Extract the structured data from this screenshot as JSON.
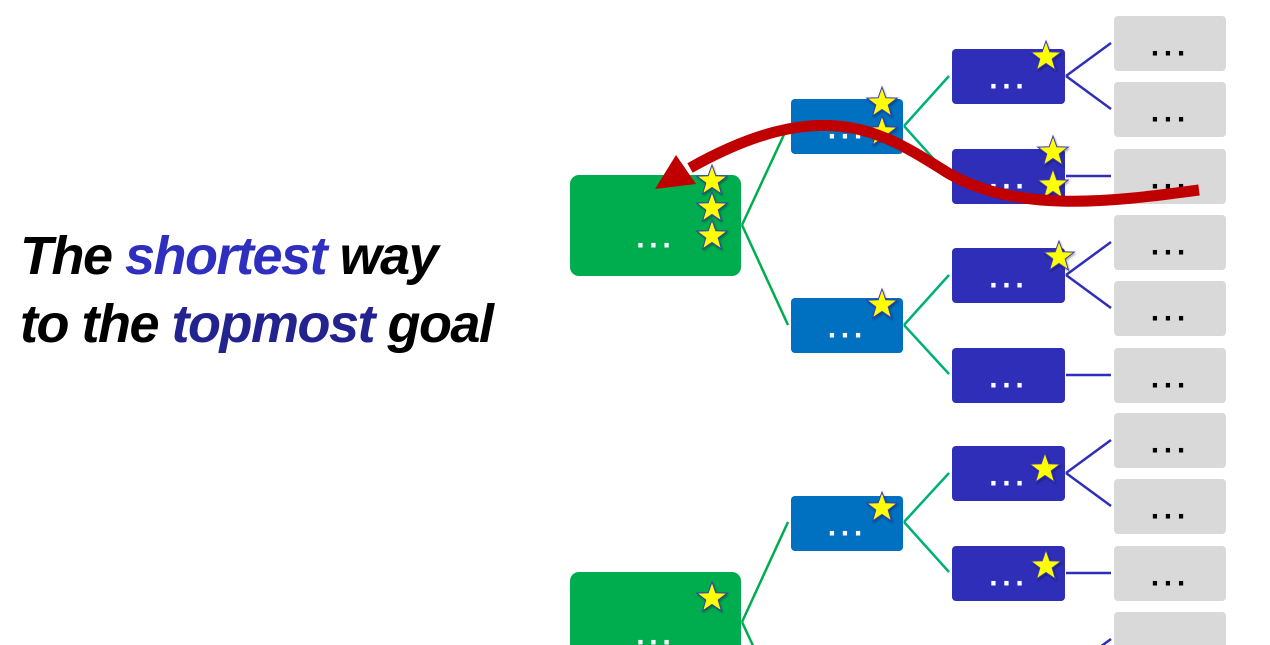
{
  "headline": {
    "line1_pre": "The ",
    "line1_highlight": "shortest",
    "line1_post": " way",
    "line2_pre": "to the ",
    "line2_highlight": "topmost",
    "line2_post": " goal"
  },
  "colors": {
    "goal": "#00ad4e",
    "subgoal": "#0070c0",
    "task": "#2e2eb8",
    "leaf": "#d9d9d9",
    "edge_green": "#00b07a",
    "edge_blue": "#2e2eb8",
    "star": "#ffff00",
    "arrow": "#c00000"
  },
  "tree": {
    "goals": [
      {
        "label": "...",
        "stars": 3
      },
      {
        "label": "...",
        "stars": 1
      }
    ],
    "subgoals": [
      {
        "label": "...",
        "stars": 2
      },
      {
        "label": "...",
        "stars": 1
      },
      {
        "label": "...",
        "stars": 1
      }
    ],
    "tasks": [
      {
        "label": "...",
        "stars": 1
      },
      {
        "label": "...",
        "stars": 2
      },
      {
        "label": "...",
        "stars": 1
      },
      {
        "label": "...",
        "stars": 0
      },
      {
        "label": "...",
        "stars": 1
      },
      {
        "label": "...",
        "stars": 1
      }
    ],
    "leaves": [
      {
        "label": "..."
      },
      {
        "label": "..."
      },
      {
        "label": "..."
      },
      {
        "label": "..."
      },
      {
        "label": "..."
      },
      {
        "label": "..."
      },
      {
        "label": "..."
      },
      {
        "label": "..."
      },
      {
        "label": "..."
      },
      {
        "label": "..."
      }
    ]
  }
}
